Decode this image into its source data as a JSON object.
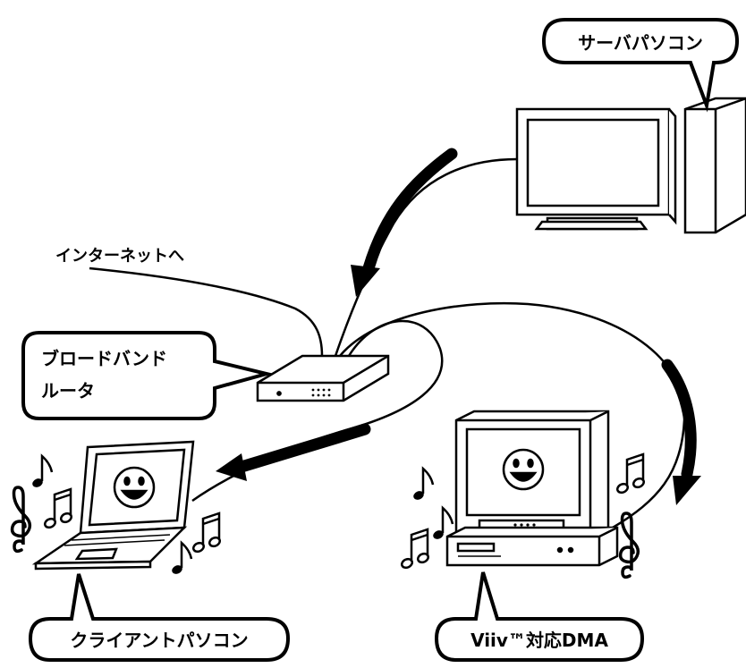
{
  "labels": {
    "server": "サーバパソコン",
    "internet": "インターネットへ",
    "router_line1": "ブロードバンド",
    "router_line2": "ルータ",
    "client": "クライアントパソコン",
    "dma": "Viiv™対応DMA"
  },
  "icons": {
    "server": "desktop-pc-icon",
    "router": "router-icon",
    "client": "laptop-icon",
    "dma": "tv-player-icon",
    "notes": "music-note-icon",
    "flow": "arrow-icon"
  },
  "colors": {
    "ink": "#000000",
    "paper": "#ffffff"
  }
}
